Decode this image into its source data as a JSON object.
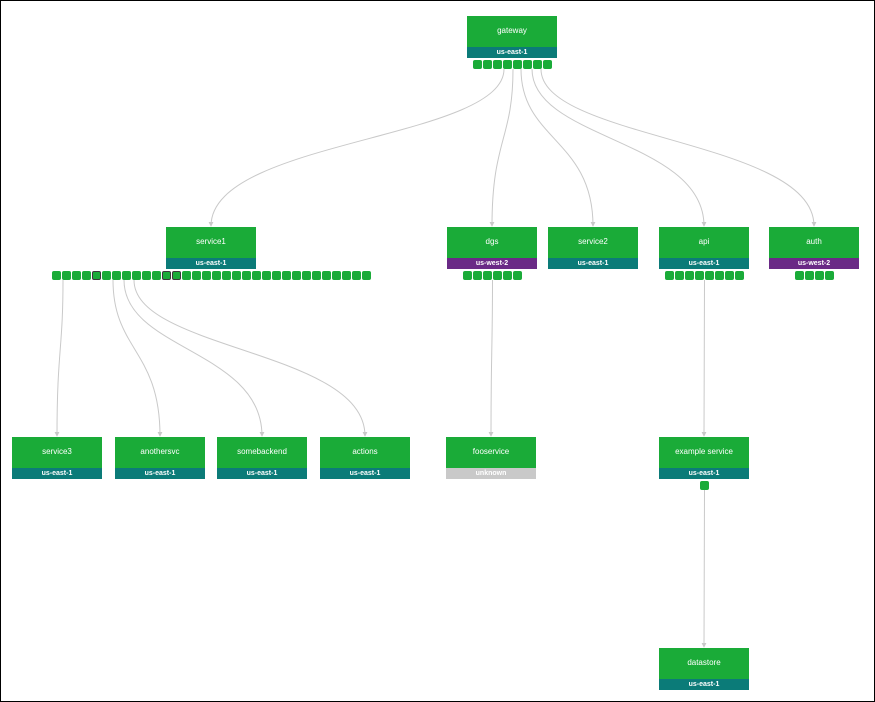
{
  "colors": {
    "node": "#1aab38",
    "us-east-1": "#0b7b78",
    "us-west-2": "#6a2a86",
    "unknown": "#c9c9c9",
    "edge": "#c9c9c9"
  },
  "nodes": [
    {
      "id": "gateway",
      "label": "gateway",
      "region": "us-east-1",
      "instances": 8
    },
    {
      "id": "service1",
      "label": "service1",
      "region": "us-east-1",
      "instances": 32
    },
    {
      "id": "dgs",
      "label": "dgs",
      "region": "us-west-2",
      "instances": 6
    },
    {
      "id": "service2",
      "label": "service2",
      "region": "us-east-1",
      "instances": 0
    },
    {
      "id": "api",
      "label": "api",
      "region": "us-east-1",
      "instances": 8
    },
    {
      "id": "auth",
      "label": "auth",
      "region": "us-west-2",
      "instances": 4
    },
    {
      "id": "service3",
      "label": "service3",
      "region": "us-east-1",
      "instances": 0
    },
    {
      "id": "anothersvc",
      "label": "anothersvc",
      "region": "us-east-1",
      "instances": 0
    },
    {
      "id": "somebackend",
      "label": "somebackend",
      "region": "us-east-1",
      "instances": 0
    },
    {
      "id": "actions",
      "label": "actions",
      "region": "us-east-1",
      "instances": 0
    },
    {
      "id": "fooservice",
      "label": "fooservice",
      "region": "unknown",
      "instances": 0
    },
    {
      "id": "example-service",
      "label": "example service",
      "region": "us-east-1",
      "instances": 1
    },
    {
      "id": "datastore",
      "label": "datastore",
      "region": "us-east-1",
      "instances": 0
    }
  ],
  "edges": [
    {
      "from": "gateway",
      "to": "service1"
    },
    {
      "from": "gateway",
      "to": "dgs"
    },
    {
      "from": "gateway",
      "to": "service2"
    },
    {
      "from": "gateway",
      "to": "api"
    },
    {
      "from": "gateway",
      "to": "auth"
    },
    {
      "from": "service1",
      "to": "service3"
    },
    {
      "from": "service1",
      "to": "anothersvc"
    },
    {
      "from": "service1",
      "to": "somebackend"
    },
    {
      "from": "service1",
      "to": "actions"
    },
    {
      "from": "dgs",
      "to": "fooservice"
    },
    {
      "from": "api",
      "to": "example-service"
    },
    {
      "from": "example-service",
      "to": "datastore"
    }
  ],
  "selected_instances": {
    "service1": [
      4,
      11,
      12
    ]
  }
}
